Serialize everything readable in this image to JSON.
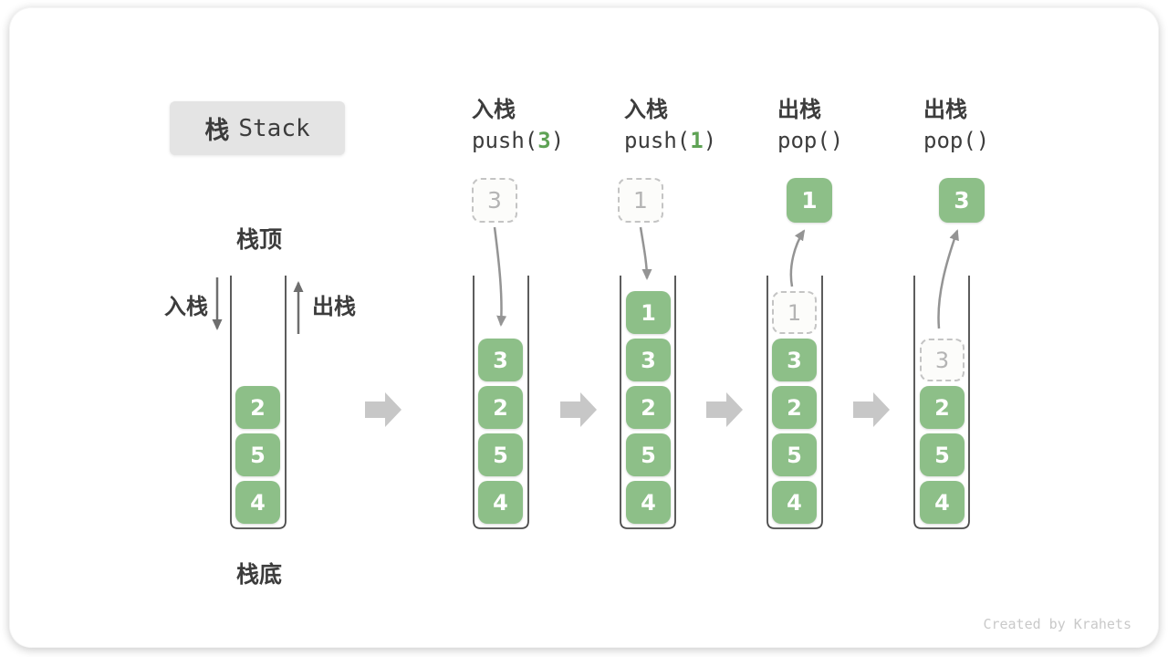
{
  "title": {
    "zh": "栈",
    "en": "Stack"
  },
  "labels": {
    "stack_top": "栈顶",
    "stack_bottom": "栈底",
    "push_side": "入栈",
    "pop_side": "出栈"
  },
  "initial_stack": [
    "2",
    "5",
    "4"
  ],
  "steps": [
    {
      "op": "入栈",
      "call_pre": "push(",
      "call_arg": "3",
      "call_post": ")",
      "floating": "3",
      "floating_style": "dashed",
      "ghost": null,
      "stack": [
        "3",
        "2",
        "5",
        "4"
      ]
    },
    {
      "op": "入栈",
      "call_pre": "push(",
      "call_arg": "1",
      "call_post": ")",
      "floating": "1",
      "floating_style": "dashed",
      "ghost": null,
      "stack": [
        "1",
        "3",
        "2",
        "5",
        "4"
      ]
    },
    {
      "op": "出栈",
      "call_pre": "pop(",
      "call_arg": "",
      "call_post": ")",
      "floating": "1",
      "floating_style": "solid",
      "ghost": "1",
      "stack": [
        "3",
        "2",
        "5",
        "4"
      ]
    },
    {
      "op": "出栈",
      "call_pre": "pop(",
      "call_arg": "",
      "call_post": ")",
      "floating": "3",
      "floating_style": "solid",
      "ghost": "3",
      "stack": [
        "2",
        "5",
        "4"
      ]
    }
  ],
  "watermark": "Created by Krahets",
  "colors": {
    "box_green": "#8dbf88",
    "call_arg_green": "#5ea254",
    "text_dark": "#3c3c3c",
    "ghost_border": "#c4c4c4",
    "ghost_text": "#b4b4b4",
    "curved_arrow": "#949494",
    "block_arrow": "#c7c7c7",
    "title_bg": "#e4e4e4",
    "watermark_gray": "#c9c9c9"
  }
}
